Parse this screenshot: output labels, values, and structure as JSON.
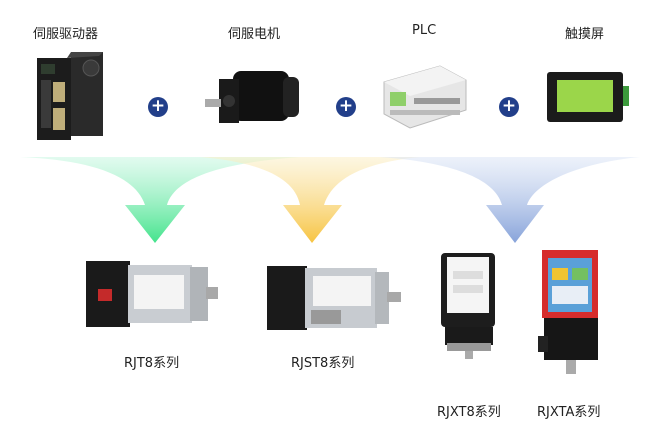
{
  "components": [
    {
      "label": "伺服驱动器",
      "icon": "servo-drive-image"
    },
    {
      "label": "伺服电机",
      "icon": "servo-motor-image"
    },
    {
      "label": "PLC",
      "icon": "plc-image"
    },
    {
      "label": "触摸屏",
      "icon": "touch-screen-image"
    }
  ],
  "plus_symbol": "+",
  "products": [
    {
      "label": "RJT8系列",
      "icon": "rjt8-product-image"
    },
    {
      "label": "RJST8系列",
      "icon": "rjst8-product-image"
    },
    {
      "label": "RJXT8系列",
      "icon": "rjxt8-product-image"
    },
    {
      "label": "RJXTA系列",
      "icon": "rjxta-product-image"
    }
  ],
  "colors": {
    "plus_bg": "#223f8a",
    "arrow_green": "#3fe08a",
    "arrow_yellow": "#f5c23a",
    "arrow_blue": "#7f9ed8"
  }
}
